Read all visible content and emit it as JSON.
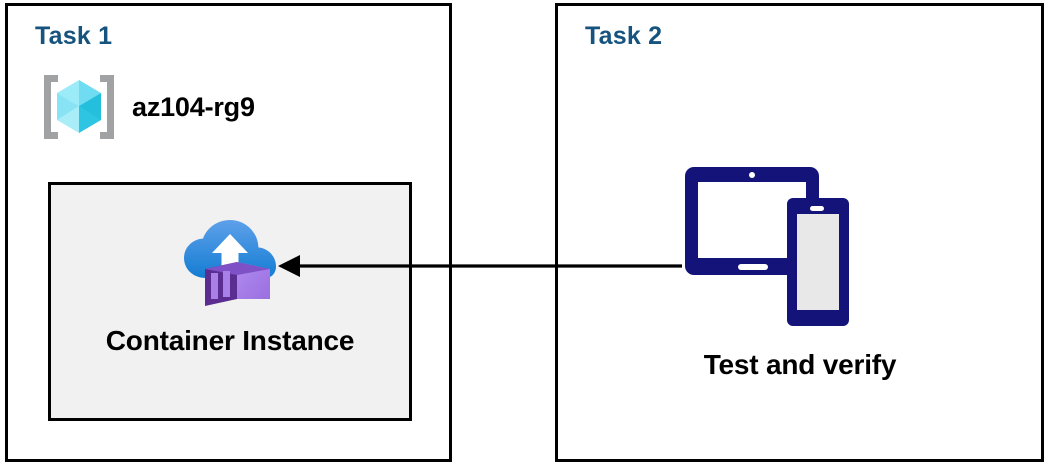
{
  "diagram": {
    "title": "Azure Container Instance task diagram",
    "background_color": "#ffffff",
    "panels": [
      {
        "id": "task1",
        "title": "Task 1",
        "title_color": "#16537e",
        "border_color": "#000000",
        "resource_group": {
          "icon": "azure-resource-group-icon",
          "label": "az104-rg9"
        },
        "inner_box": {
          "fill_color": "#f1f1f1",
          "border_color": "#000000",
          "icon": "azure-container-instance-icon",
          "label": "Container Instance"
        }
      },
      {
        "id": "task2",
        "title": "Task 2",
        "title_color": "#16537e",
        "border_color": "#000000",
        "device": {
          "icon": "tablet-and-phone-icon",
          "label": "Test and verify"
        }
      }
    ],
    "connector": {
      "name": "flow-arrow",
      "direction": "right-to-left",
      "from": "Test and verify",
      "to": "Container Instance",
      "color": "#000000"
    },
    "colors": {
      "task_title": "#16537e",
      "panel_border": "#000000",
      "inner_box_fill": "#f1f1f1",
      "arrow": "#000000",
      "device_navy": "#13137a",
      "device_screen_gray": "#e8e8e8",
      "cloud_blue_top": "#5b9be8",
      "cloud_blue_bottom": "#1b7fd4",
      "container_purple_light": "#a97fe8",
      "container_purple_dark": "#5c2d91",
      "resource_group_cyan": "#50e6ff",
      "resource_group_bracket_gray": "#a0a2a3"
    }
  }
}
